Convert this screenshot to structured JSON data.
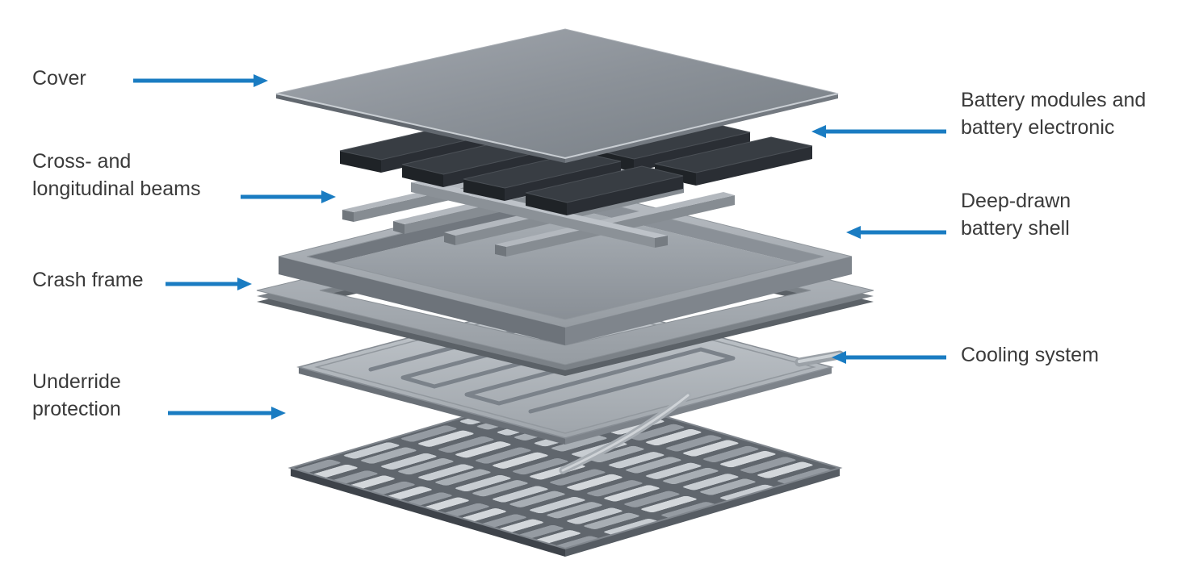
{
  "diagram": {
    "type": "exploded-view",
    "components_top_to_bottom": [
      "Cover",
      "Battery modules and battery electronic",
      "Cross- and longitudinal beams",
      "Deep-drawn battery shell",
      "Crash frame",
      "Cooling system",
      "Underride protection"
    ]
  },
  "labels": [
    {
      "id": "cover",
      "lines": [
        "Cover"
      ]
    },
    {
      "id": "battery-modules",
      "lines": [
        "Battery modules and",
        "battery electronic"
      ]
    },
    {
      "id": "cross-beams",
      "lines": [
        "Cross- and",
        "longitudinal beams"
      ]
    },
    {
      "id": "deep-drawn",
      "lines": [
        "Deep-drawn",
        "battery shell"
      ]
    },
    {
      "id": "crash-frame",
      "lines": [
        "Crash frame"
      ]
    },
    {
      "id": "cooling",
      "lines": [
        "Cooling system"
      ]
    },
    {
      "id": "underride",
      "lines": [
        "Underride",
        "protection"
      ]
    }
  ],
  "colors": {
    "arrow": "#1a7cc2",
    "text": "#3a3a3a",
    "background": "#ffffff"
  }
}
